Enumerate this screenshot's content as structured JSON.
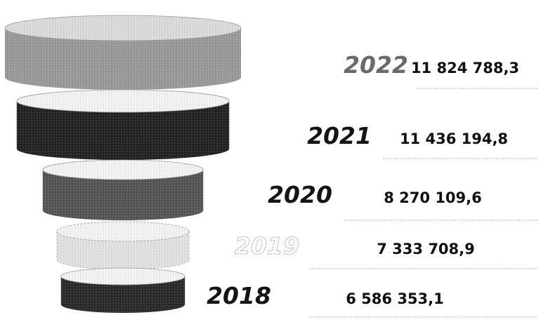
{
  "chart_data": {
    "type": "funnel",
    "title": "",
    "categories": [
      "2022",
      "2021",
      "2020",
      "2019",
      "2018"
    ],
    "values": [
      11824788.3,
      11436194.8,
      8270109.6,
      7333708.9,
      6586353.1
    ],
    "value_labels": [
      "11 824 788,3",
      "11 436 194,8",
      "8 270 109,6",
      "7 333 708,9",
      "6 586 353,1"
    ],
    "colors": [
      "#9a9a9a",
      "#222222",
      "#555555",
      "#e2e2e2",
      "#2a2a2a"
    ],
    "category_label_colors": [
      "#6a6a6a",
      "#151515",
      "#151515",
      "#b8b8b8",
      "#151515"
    ]
  }
}
